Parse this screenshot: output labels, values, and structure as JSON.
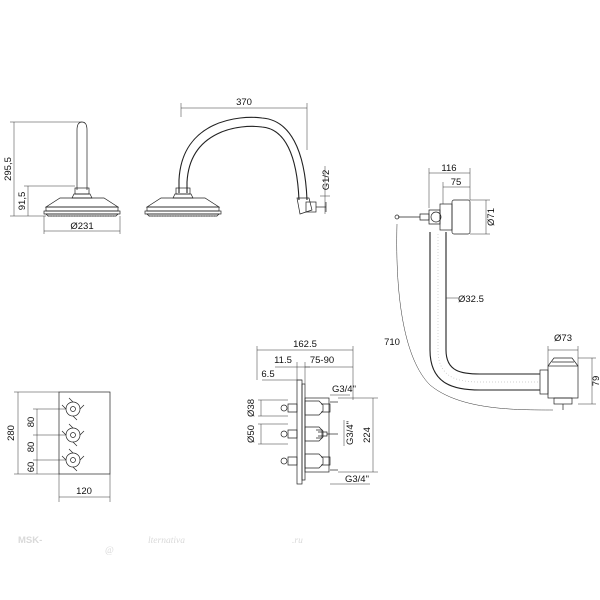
{
  "dimensions": {
    "head_height": "295,5",
    "head_drop": "91,5",
    "head_diameter": "Ø231",
    "arm_length": "370",
    "arm_thread": "G1/2",
    "spout_overall": "116",
    "spout_body": "75",
    "spout_diameter": "Ø71",
    "hose_diameter": "Ø32.5",
    "hose_length": "710",
    "waste_diameter": "Ø73",
    "waste_height": "79",
    "valve_depth": "162.5",
    "valve_offset": "11.5",
    "valve_adjust": "75-90",
    "valve_inset": "6.5",
    "valve_thread_top": "G3/4\"",
    "valve_thread_mid": "G3/4\"",
    "valve_thread_bottom": "G3/4\"",
    "knob_diameter_top": "Ø38",
    "knob_diameter_mid": "Ø50",
    "valve_height": "224",
    "plate_height": "280",
    "plate_spacing_top": "80",
    "plate_spacing_mid": "80",
    "plate_spacing_bottom": "60",
    "plate_width": "120"
  },
  "watermark": {
    "brand_left": "MSK-",
    "brand_at": "@",
    "brand_right": "lternativa",
    "brand_tld": ".ru"
  }
}
